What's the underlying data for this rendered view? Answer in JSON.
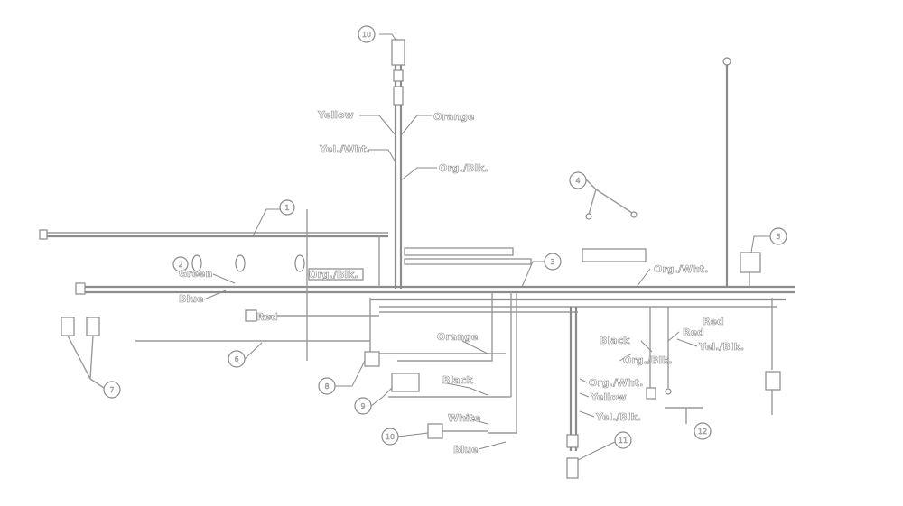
{
  "wire_labels": {
    "yellow_top": "Yellow",
    "orange_top": "Orange",
    "yel_wht_top": "Yel./Wht.",
    "org_blk_top": "Org./Blk.",
    "green": "Green",
    "blue_left": "Blue",
    "org_blk_left": "Org./Blk.",
    "red_left": "Red",
    "org_wht_right": "Org./Wht.",
    "red_right": "Red",
    "black": "Black",
    "red_far": "Red",
    "org_blk_mid": "Org./Blk.",
    "yel_blk_right": "Yel./Blk.",
    "org_wht_mid": "Org./Wht.",
    "yellow_mid": "Yellow",
    "yel_blk_mid": "Yel./Blk.",
    "orange_mid": "Orange",
    "black_mid": "Black",
    "white": "White",
    "blue_bottom": "Blue"
  }
}
